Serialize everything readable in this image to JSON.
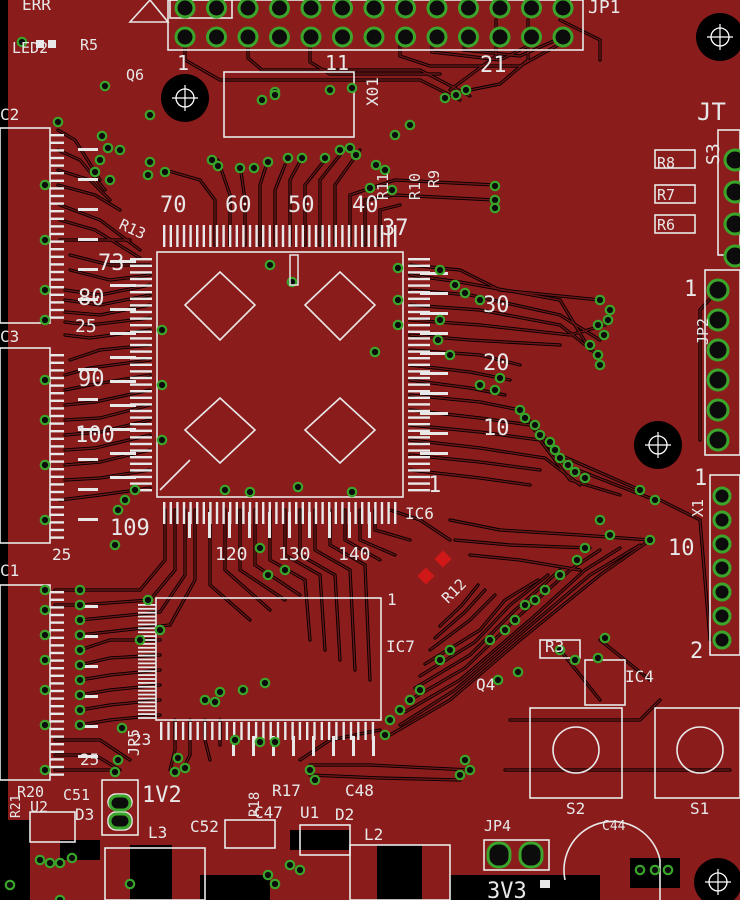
{
  "view": {
    "board_color": "#8b1c1c",
    "copper_void_color": "#000000",
    "silkscreen_color": "#e8e8e8",
    "via_color": "#3aa52a",
    "smd_pad_color": "#e8e8e8",
    "mark_color": "#d01818"
  },
  "labels": {
    "jp1": "JP1",
    "jp1_pin1": "1",
    "jp1_pin21": "21",
    "led2": "LED2",
    "r5": "R5",
    "q6": "Q6",
    "q6_pin": "11",
    "x01": "X01",
    "jtag": "JT",
    "s3": "S3",
    "r8": "R8",
    "r7": "R7",
    "r6": "R6",
    "r13": "R13",
    "r11": "R11",
    "r10": "R10",
    "r9": "R9",
    "ic6": "IC6",
    "ic6_pin1": "1",
    "ic6_p10": "10",
    "ic6_p20": "20",
    "ic6_p30": "30",
    "ic6_p40": "40",
    "ic6_p50": "50",
    "ic6_p60": "60",
    "ic6_p70": "70",
    "ic6_p73": "73",
    "ic6_p80": "80",
    "ic6_p90": "90",
    "ic6_p100": "100",
    "ic6_p109": "109",
    "ic6_p120": "120",
    "ic6_p130": "130",
    "ic6_p140": "140",
    "ic6_p37": "37",
    "r12": "R12",
    "ic7": "IC7",
    "ic7_pin1": "1",
    "jp2": "JP2",
    "jp2_pin1": "1",
    "x1": "X1",
    "x1_p1": "1",
    "x1_p10": "10",
    "x1_p2": "2",
    "r3": "R3",
    "q4": "Q4",
    "ic4": "IC4",
    "s2": "S2",
    "s1": "S1",
    "c44": "C44",
    "jp4": "JP4",
    "v33": "3V3",
    "l2": "L2",
    "l3": "L3",
    "d2": "D2",
    "c48": "C48",
    "r17": "R17",
    "u1": "U1",
    "c47": "C47",
    "r18": "R18",
    "c52": "C52",
    "v12": "1V2",
    "jp5": "JP5",
    "p23": "23",
    "p25b": "25",
    "c51": "C51",
    "d3": "D3",
    "r20": "R20",
    "u2": "U2",
    "r21": "R21",
    "ic1": "C1",
    "ic1_p25": "25",
    "ic3": "C3",
    "ic3_p25": "25",
    "ic2": "C2",
    "err": "ERR"
  }
}
